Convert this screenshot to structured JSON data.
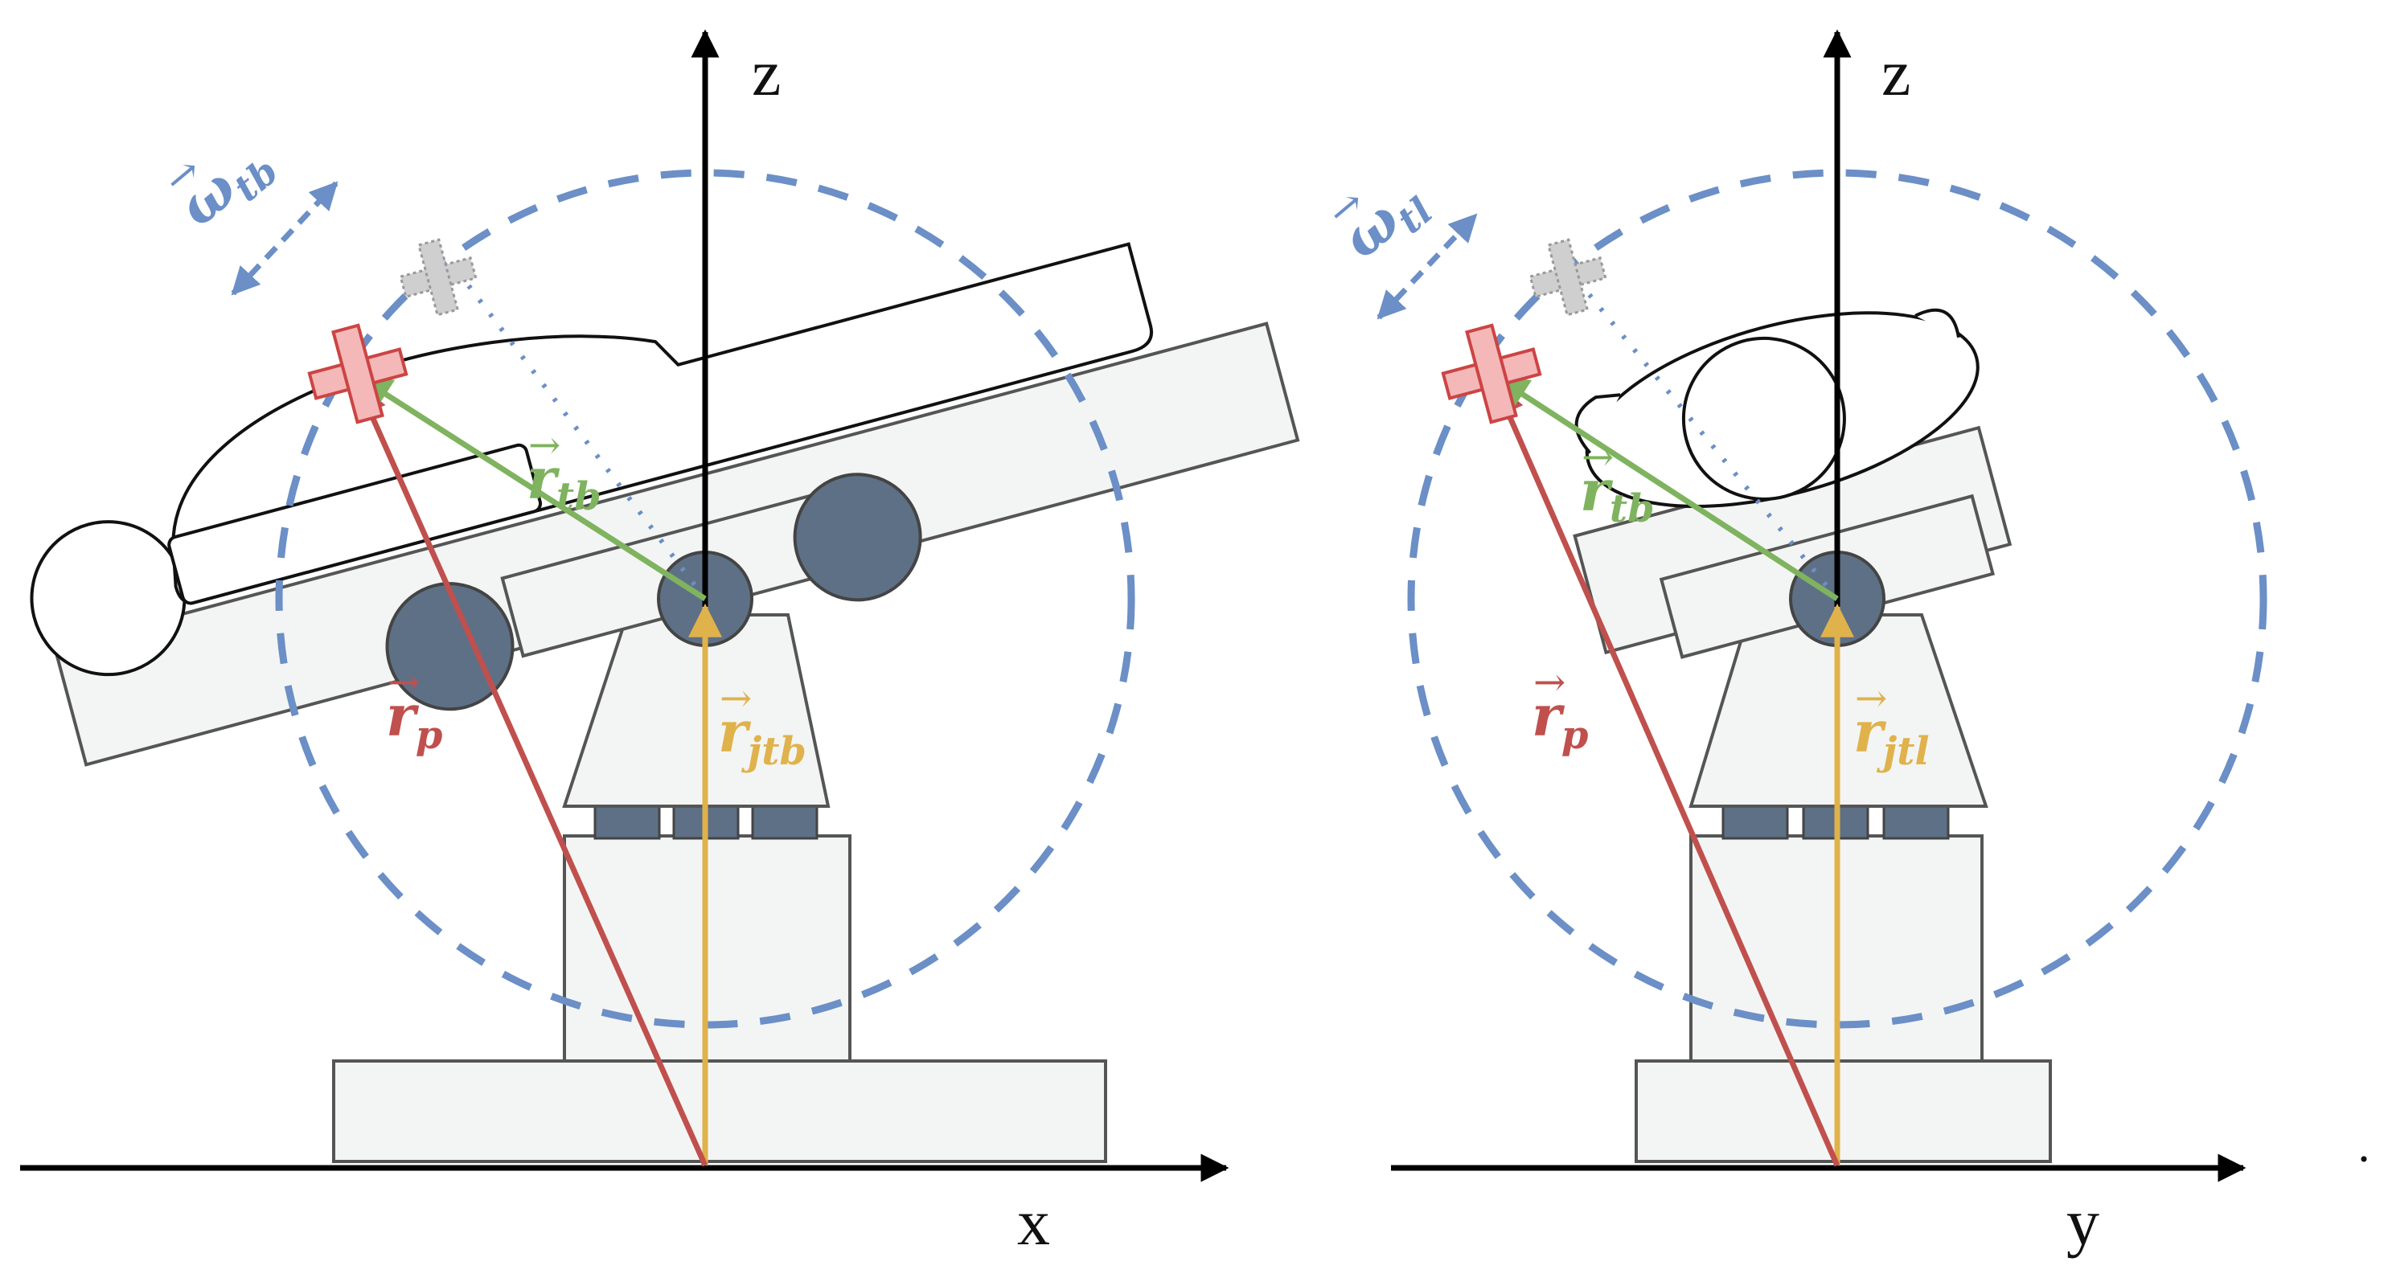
{
  "diagram": {
    "left_view": {
      "axis_vertical": "z",
      "axis_horizontal": "x",
      "labels": {
        "omega": {
          "symbol": "ω",
          "subscript": "tb"
        },
        "r_tb": {
          "symbol": "r",
          "subscript": "tb"
        },
        "r_p": {
          "symbol": "r",
          "subscript": "p"
        },
        "r_jtb": {
          "symbol": "r",
          "subscript": "jtb"
        }
      }
    },
    "right_view": {
      "axis_vertical": "z",
      "axis_horizontal": "y",
      "labels": {
        "omega": {
          "symbol": "ω",
          "subscript": "tl"
        },
        "r_tb": {
          "symbol": "r",
          "subscript": "tb"
        },
        "r_p": {
          "symbol": "r",
          "subscript": "p"
        },
        "r_jtl": {
          "symbol": "r",
          "subscript": "jtl"
        }
      }
    },
    "trailing_mark": "·",
    "colors": {
      "r_p": "#c0504d",
      "r_tb": "#7fb35f",
      "r_joint": "#e0b24c",
      "omega": "#6b8fc6",
      "joint": "#5e7086",
      "table_fill": "#f3f5f4",
      "outline": "#555555",
      "target_marker": "#f4b8b8",
      "target_marker_stroke": "#cc4444",
      "ghost_marker": "#cccccc"
    }
  }
}
